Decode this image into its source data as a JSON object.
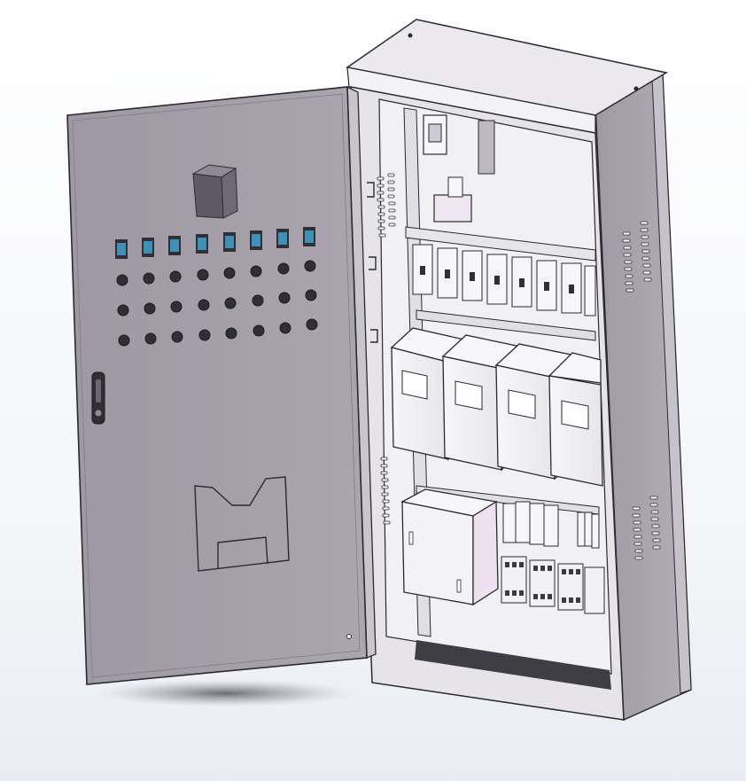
{
  "scene": {
    "subject": "electrical-control-cabinet-with-open-door",
    "colors": {
      "background": "#f6f8fb",
      "door_face": "#a39ea8",
      "door_edge": "#c9c5cc",
      "cabinet_side": "#a49fa8",
      "cabinet_frame": "#e6e4e8",
      "cabinet_top": "#ebe9ed",
      "interior": "#f1f0f3",
      "module": "#f4f3f6",
      "accent_pink": "#efe0f2",
      "indicator": "#3f8fb7",
      "knob": "#2f2f35",
      "outline": "#2b2a30",
      "shadow": "#6e6e76",
      "plinth_gap": "#3e3e44"
    },
    "door": {
      "pilot_lights": 8,
      "knob_rows": 3,
      "knobs_per_row": 8
    },
    "cabinet": {
      "breakers": 8,
      "power_modules": 4,
      "contactors": 4,
      "relays": 4
    },
    "icons": [
      "handle-icon",
      "hinge-icon",
      "vent-slot-icon",
      "pilot-light-icon",
      "rotary-knob-icon"
    ]
  }
}
